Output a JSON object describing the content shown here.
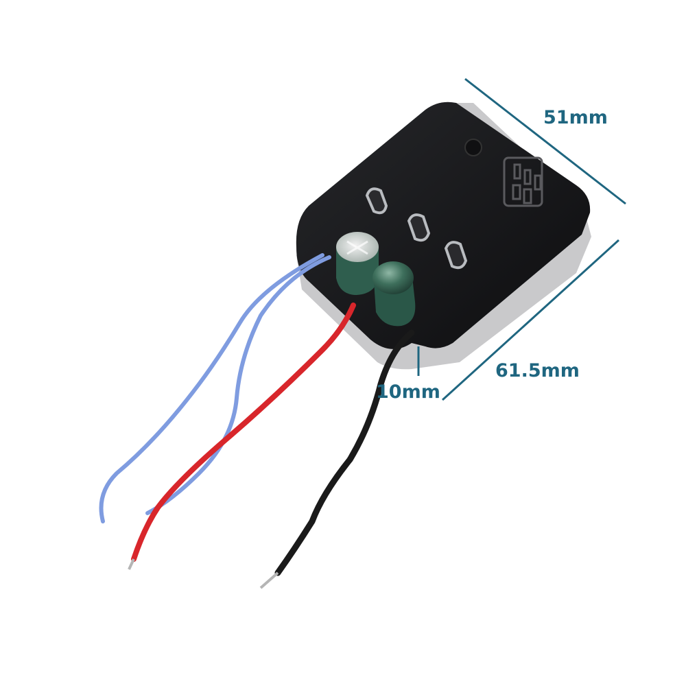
{
  "labels": {
    "width": "51mm",
    "length": "61.5mm",
    "thickness": "10mm"
  },
  "colors": {
    "dimension": "#1f6680",
    "module_body": "#141416",
    "module_side": "#c9c9cb",
    "wire_blue": "#7f9ce0",
    "wire_red": "#d8262b",
    "wire_black": "#1a1a1a",
    "capacitor": "#2f5e4e"
  },
  "icons": [
    "module-body",
    "capacitor",
    "wire"
  ]
}
